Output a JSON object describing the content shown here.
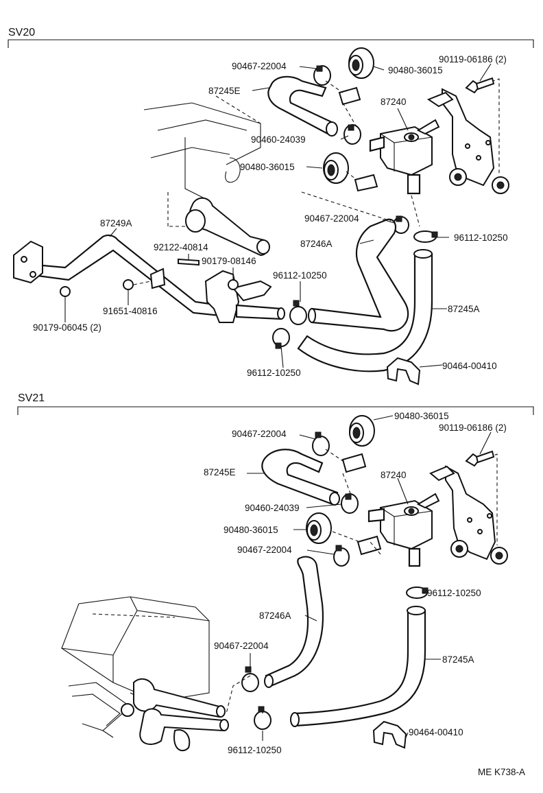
{
  "sections": {
    "sv20": {
      "title": "SV20",
      "labels": {
        "p87245E": "87245E",
        "p90467_a": "90467-22004",
        "p90480_a": "90480-36015",
        "p90119": "90119-06186 (2)",
        "p87240": "87240",
        "p90460": "90460-24039",
        "p90480_b": "90480-36015",
        "p90467_b": "90467-22004",
        "p96112_a": "96112-10250",
        "p87249A": "87249A",
        "p92122": "92122-40814",
        "p90179_08146": "90179-08146",
        "p87246A": "87246A",
        "p96112_b": "96112-10250",
        "p87245A": "87245A",
        "p91651": "91651-40816",
        "p90179_06045": "90179-06045 (2)",
        "p90464": "90464-00410",
        "p96112_c": "96112-10250"
      }
    },
    "sv21": {
      "title": "SV21",
      "labels": {
        "p90480_a": "90480-36015",
        "p90467_a": "90467-22004",
        "p90119": "90119-06186 (2)",
        "p87245E": "87245E",
        "p87240": "87240",
        "p90460": "90460-24039",
        "p90480_b": "90480-36015",
        "p90467_b": "90467-22004",
        "p96112_a": "96112-10250",
        "p87246A": "87246A",
        "p90467_c": "90467-22004",
        "p87245A": "87245A",
        "p90464": "90464-00410",
        "p96112_b": "96112-10250"
      }
    }
  },
  "footer_code": "ME K738-A"
}
